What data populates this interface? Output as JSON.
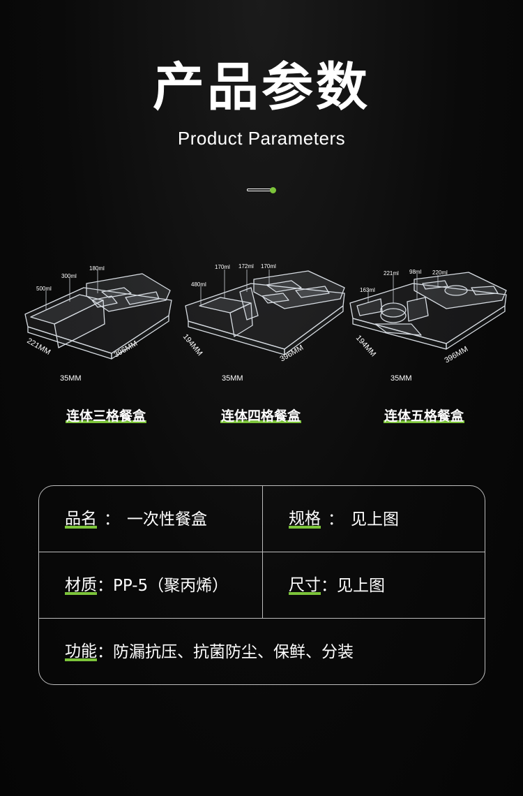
{
  "header": {
    "title_zh": "产品参数",
    "title_en": "Product Parameters"
  },
  "colors": {
    "accent": "#7cc43a",
    "background": "#0a0a0a",
    "border": "#bdbdbd"
  },
  "products": [
    {
      "name": "连体三格餐盒",
      "capacities": [
        "500ml",
        "300ml",
        "180ml"
      ],
      "dimensions": {
        "width": "221MM",
        "length": "396MM",
        "height": "35MM"
      }
    },
    {
      "name": "连体四格餐盒",
      "capacities": [
        "480ml",
        "170ml",
        "172ml",
        "170ml"
      ],
      "dimensions": {
        "width": "194MM",
        "length": "396MM",
        "height": "35MM"
      }
    },
    {
      "name": "连体五格餐盒",
      "capacities": [
        "163ml",
        "221ml",
        "98ml",
        "220ml"
      ],
      "dimensions": {
        "width": "194MM",
        "length": "396MM",
        "height": "35MM"
      }
    }
  ],
  "specs": {
    "product_name": {
      "label": "品名",
      "sep": "：",
      "value": "一次性餐盒"
    },
    "specification": {
      "label": "规格",
      "sep": "：",
      "value": "见上图"
    },
    "material": {
      "label": "材质",
      "sep": "：",
      "value": "PP-5（聚丙烯）"
    },
    "size": {
      "label": "尺寸",
      "sep": "：",
      "value": "见上图"
    },
    "function": {
      "label": "功能",
      "sep": "：",
      "value": "防漏抗压、抗菌防尘、保鲜、分装"
    }
  }
}
